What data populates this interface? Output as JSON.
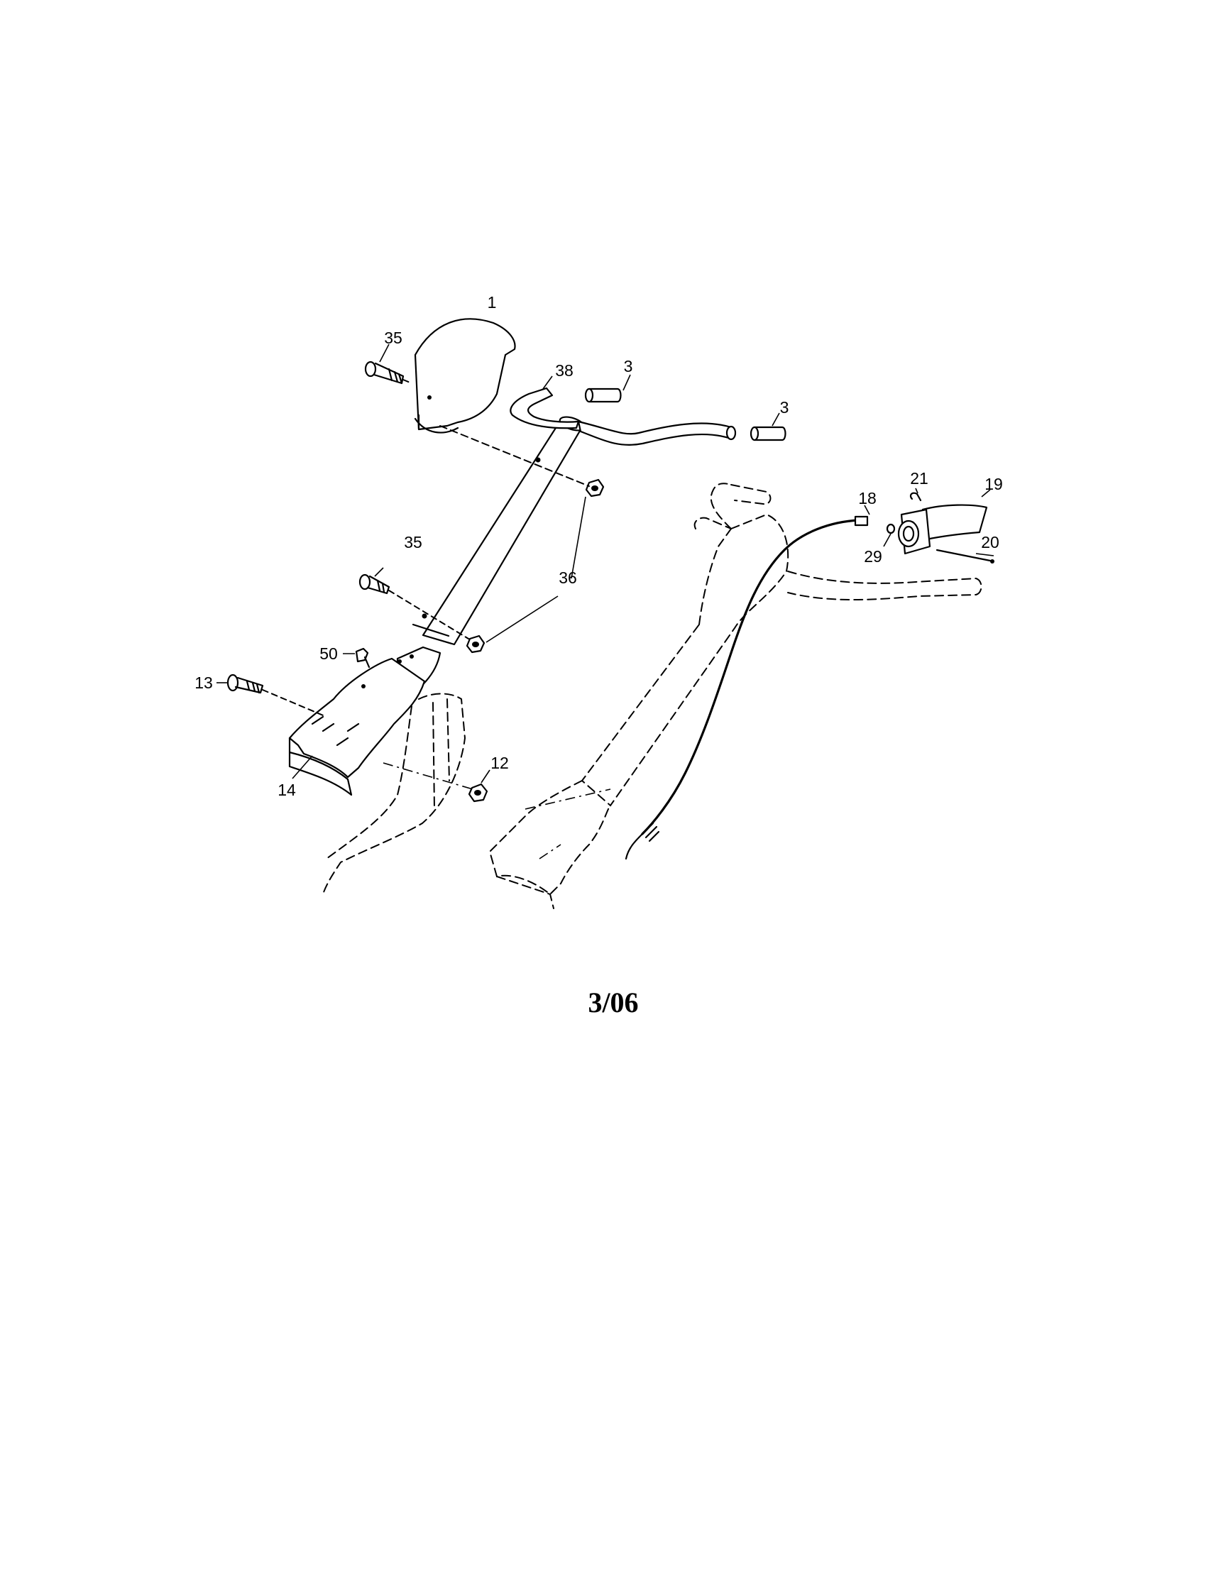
{
  "diagram": {
    "callouts": [
      {
        "id": "c1",
        "label": "1"
      },
      {
        "id": "c35a",
        "label": "35"
      },
      {
        "id": "c38",
        "label": "38"
      },
      {
        "id": "c3a",
        "label": "3"
      },
      {
        "id": "c3b",
        "label": "3"
      },
      {
        "id": "c21",
        "label": "21"
      },
      {
        "id": "c19",
        "label": "19"
      },
      {
        "id": "c18",
        "label": "18"
      },
      {
        "id": "c29",
        "label": "29"
      },
      {
        "id": "c20",
        "label": "20"
      },
      {
        "id": "c35b",
        "label": "35"
      },
      {
        "id": "c36",
        "label": "36"
      },
      {
        "id": "c50",
        "label": "50"
      },
      {
        "id": "c13",
        "label": "13"
      },
      {
        "id": "c14",
        "label": "14"
      },
      {
        "id": "c12",
        "label": "12"
      }
    ],
    "footer_code": "3/06"
  }
}
